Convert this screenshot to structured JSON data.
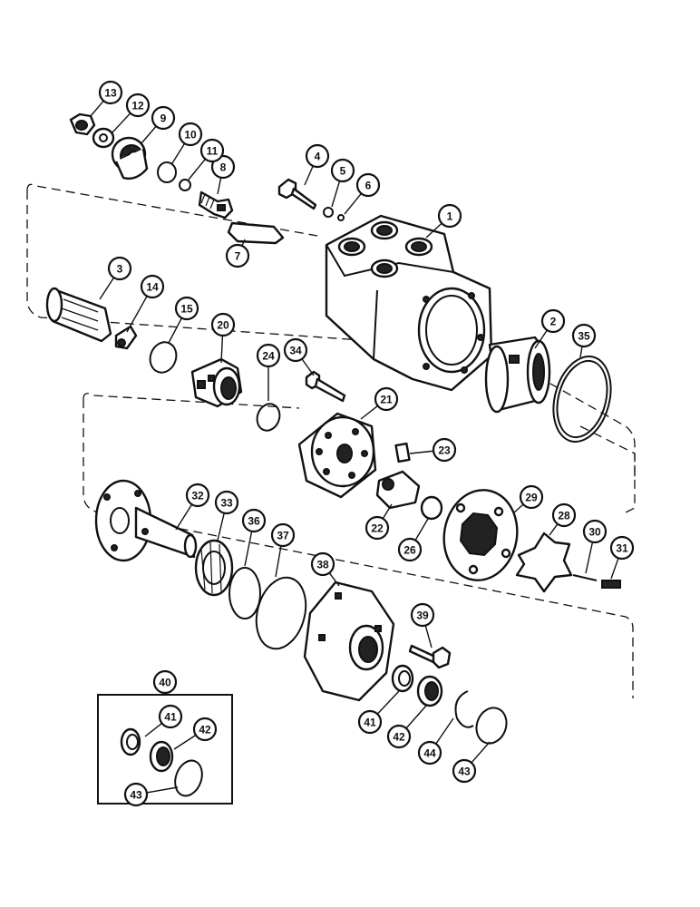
{
  "diagram": {
    "callouts": [
      {
        "label": "1"
      },
      {
        "label": "2"
      },
      {
        "label": "3"
      },
      {
        "label": "4"
      },
      {
        "label": "5"
      },
      {
        "label": "6"
      },
      {
        "label": "7"
      },
      {
        "label": "8"
      },
      {
        "label": "9"
      },
      {
        "label": "10"
      },
      {
        "label": "11"
      },
      {
        "label": "12"
      },
      {
        "label": "13"
      },
      {
        "label": "14"
      },
      {
        "label": "15"
      },
      {
        "label": "20"
      },
      {
        "label": "21"
      },
      {
        "label": "22"
      },
      {
        "label": "23"
      },
      {
        "label": "24"
      },
      {
        "label": "26"
      },
      {
        "label": "28"
      },
      {
        "label": "29"
      },
      {
        "label": "30"
      },
      {
        "label": "31"
      },
      {
        "label": "32"
      },
      {
        "label": "33"
      },
      {
        "label": "34"
      },
      {
        "label": "35"
      },
      {
        "label": "36"
      },
      {
        "label": "37"
      },
      {
        "label": "38"
      },
      {
        "label": "39"
      },
      {
        "label": "40"
      },
      {
        "label": "41"
      },
      {
        "label": "42"
      },
      {
        "label": "43"
      },
      {
        "label": "44"
      },
      {
        "label": "41"
      },
      {
        "label": "42"
      },
      {
        "label": "43"
      }
    ]
  }
}
